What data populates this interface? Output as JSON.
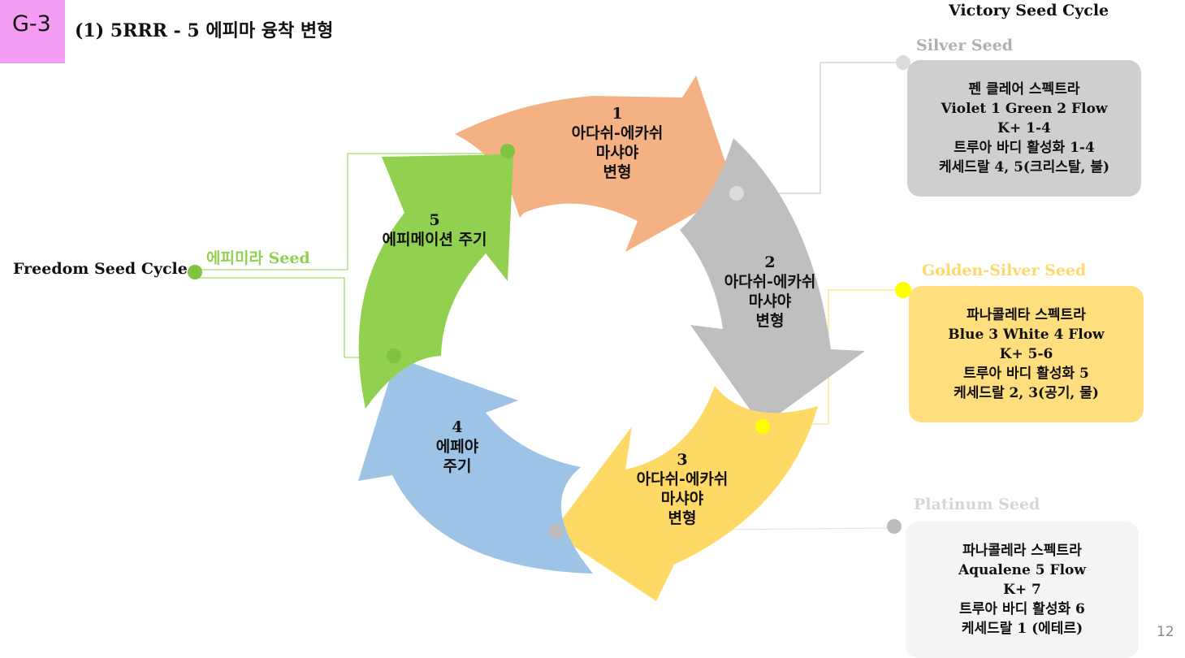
{
  "header": {
    "tag": "G-3",
    "title": "(1)  5RRR - 5 에피마 융착 변형",
    "victory_cycle": "Victory Seed Cycle",
    "freedom_cycle": "Freedom Seed Cycle",
    "page_number": "12"
  },
  "cycle": {
    "step1": {
      "number": "1",
      "line1": "아다쉬-에카쉬",
      "line2": "마샤야",
      "line3": "변형"
    },
    "step2": {
      "number": "2",
      "line1": "아다쉬-에카쉬",
      "line2": "마샤야",
      "line3": "변형"
    },
    "step3": {
      "number": "3",
      "line1": "아다쉬-에카쉬",
      "line2": "마샤야",
      "line3": "변형"
    },
    "step4": {
      "number": "4",
      "line1": "에페야",
      "line2": "주기"
    },
    "step5": {
      "number": "5",
      "line1": "에피메이션 주기"
    }
  },
  "ephemira_seed": "에피미라 Seed",
  "silver": {
    "title": "Silver Seed",
    "lines": [
      "펜 클레어 스펙트라",
      "Violet 1 Green 2 Flow",
      "K+ 1-4",
      "트루아 바디 활성화 1-4",
      "케세드랄 4, 5(크리스탈, 불)"
    ]
  },
  "golden": {
    "title": "Golden-Silver Seed",
    "lines": [
      "파나콜레타 스펙트라",
      "Blue 3 White 4 Flow",
      "K+ 5-6",
      "트루아 바디 활성화 5",
      "케세드랄 2, 3(공기, 물)"
    ]
  },
  "platinum": {
    "title": "Platinum Seed",
    "lines": [
      "파나콜레라 스펙트라",
      "Aqualene 5 Flow",
      "K+ 7",
      "트루아 바디 활성화 6",
      "케세드랄 1 (에테르)"
    ]
  },
  "colors": {
    "tag": "#f49cf4",
    "orange": "#f4b183",
    "gray": "#bfbfbf",
    "yellow": "#ffd966",
    "blue": "#9dc3e6",
    "green": "#92d050"
  }
}
